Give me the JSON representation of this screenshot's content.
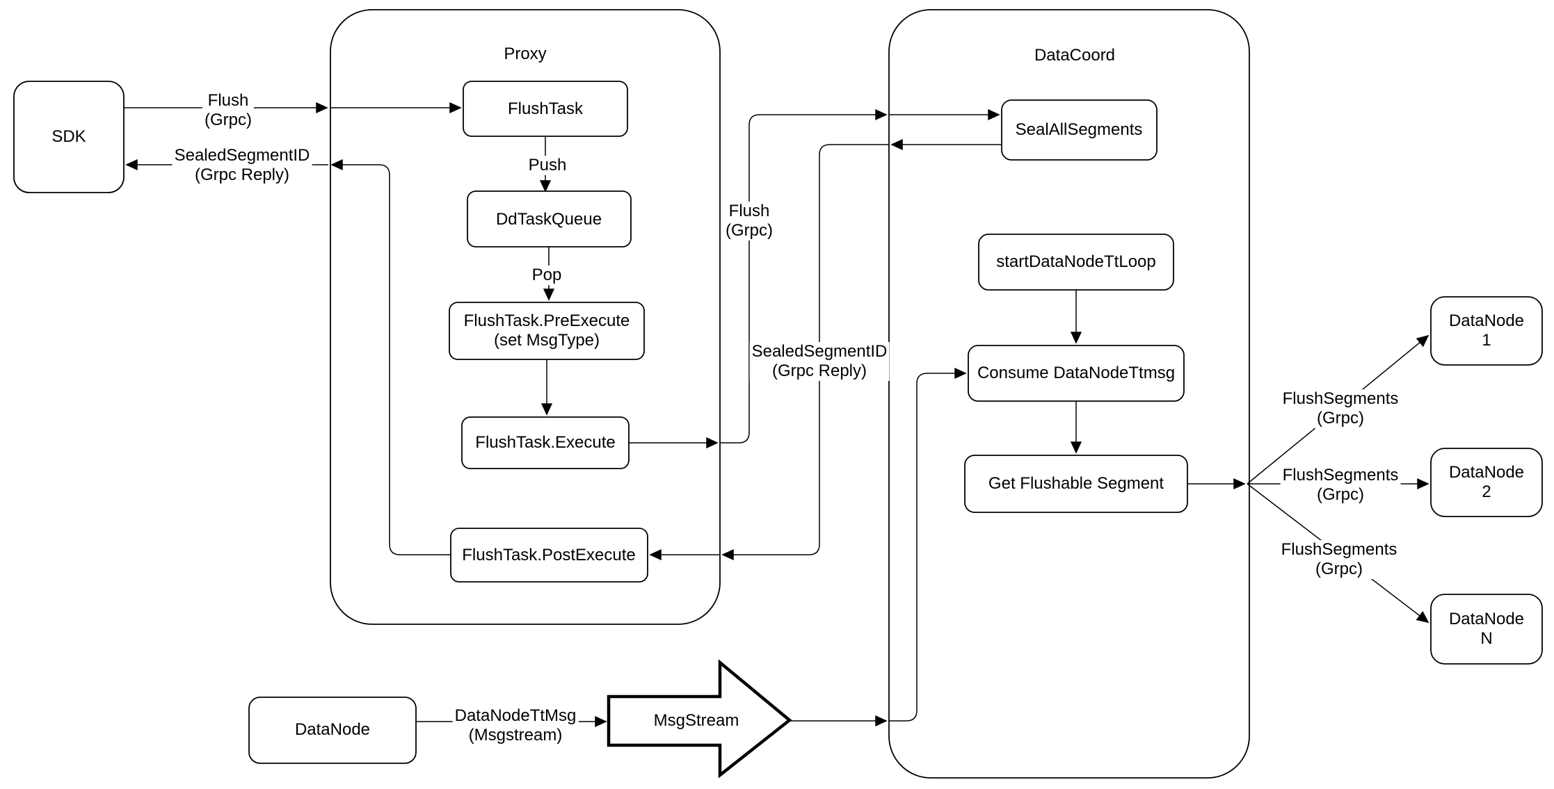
{
  "diagram": {
    "colors": {
      "stroke": "#000000",
      "fill": "#ffffff"
    },
    "containers": {
      "proxy": {
        "label": "Proxy"
      },
      "datacoord": {
        "label": "DataCoord"
      }
    },
    "nodes": {
      "sdk": {
        "label": "SDK"
      },
      "flush_task": {
        "label": "FlushTask"
      },
      "dd_task_queue": {
        "label": "DdTaskQueue"
      },
      "pre_execute": {
        "label": "FlushTask.PreExecute\n(set MsgType)"
      },
      "execute": {
        "label": "FlushTask.Execute"
      },
      "post_execute": {
        "label": "FlushTask.PostExecute"
      },
      "seal_all_segments": {
        "label": "SealAllSegments"
      },
      "start_datanode_tt_loop": {
        "label": "startDataNodeTtLoop"
      },
      "consume_datanode_ttmsg": {
        "label": "Consume DataNodeTtmsg"
      },
      "get_flushable_segment": {
        "label": "Get Flushable Segment"
      },
      "datanode_1": {
        "label": "DataNode 1"
      },
      "datanode_2": {
        "label": "DataNode 2"
      },
      "datanode_n": {
        "label": "DataNode N"
      },
      "datanode": {
        "label": "DataNode"
      },
      "msgstream": {
        "label": "MsgStream"
      }
    },
    "edge_labels": {
      "flush_grpc_sdk": {
        "label": "Flush\n(Grpc)"
      },
      "sealed_segment_id_sdk": {
        "label": "SealedSegmentID\n(Grpc Reply)"
      },
      "push": {
        "label": "Push"
      },
      "pop": {
        "label": "Pop"
      },
      "flush_grpc_mid": {
        "label": "Flush\n(Grpc)"
      },
      "sealed_segment_id_mid": {
        "label": "SealedSegmentID\n(Grpc Reply)"
      },
      "datanode_tt_msg": {
        "label": "DataNodeTtMsg\n(Msgstream)"
      },
      "flush_segments_1": {
        "label": "FlushSegments\n(Grpc)"
      },
      "flush_segments_2": {
        "label": "FlushSegments\n(Grpc)"
      },
      "flush_segments_3": {
        "label": "FlushSegments\n(Grpc)"
      }
    }
  }
}
